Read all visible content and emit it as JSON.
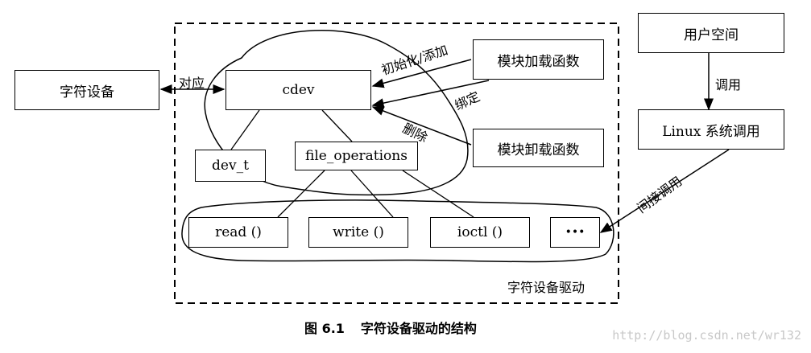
{
  "nodes": {
    "char_device": "字符设备",
    "cdev": "cdev",
    "dev_t": "dev_t",
    "file_operations": "file_operations",
    "module_load": "模块加载函数",
    "module_unload": "模块卸载函数",
    "user_space": "用户空间",
    "linux_syscall": "Linux 系统调用",
    "read": "read ()",
    "write": "write ()",
    "ioctl": "ioctl ()",
    "more": "•••"
  },
  "edges": {
    "correspond": "对应",
    "init_add": "初始化/添加",
    "bind": "绑定",
    "delete": "删除",
    "call": "调用",
    "indirect_call": "间接调用"
  },
  "region_label": "字符设备驱动",
  "caption": {
    "number": "图 6.1",
    "title": "字符设备驱动的结构"
  },
  "watermark": "http://blog.csdn.net/wr132"
}
